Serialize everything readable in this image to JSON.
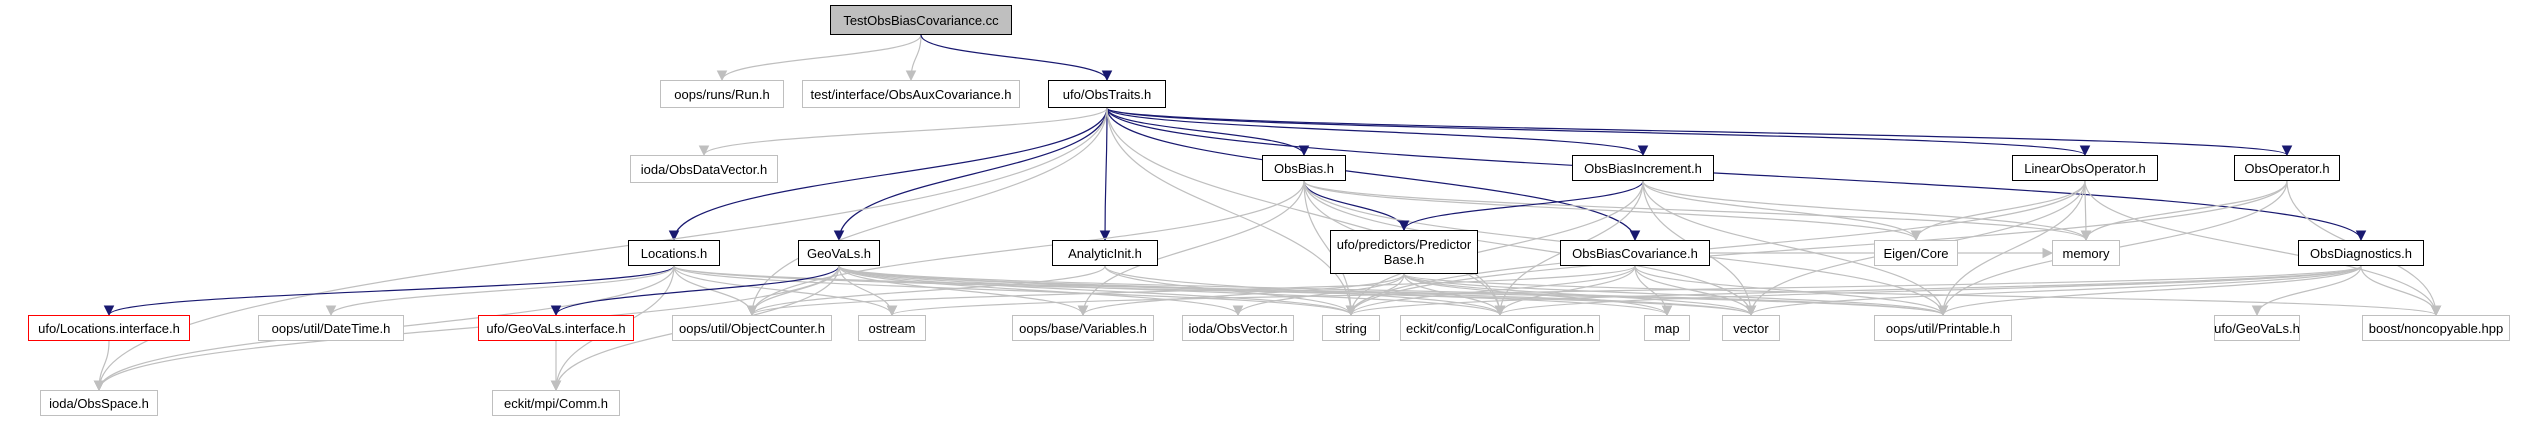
{
  "graph": {
    "edge_colors": {
      "documented": "#191970",
      "external": "#bfbfbf"
    },
    "node_colors": {
      "main_fill": "#bfbfbf",
      "documented_border": "#000000",
      "external_border": "#bfbfbf",
      "interface_border": "#ff0000"
    },
    "nodes": [
      {
        "id": "test",
        "label": "TestObsBiasCovariance.cc",
        "kind": "main"
      },
      {
        "id": "run",
        "label": "oops/runs/Run.h",
        "kind": "ext"
      },
      {
        "id": "auxcov",
        "label": "test/interface/ObsAuxCovariance.h",
        "kind": "ext"
      },
      {
        "id": "traits",
        "label": "ufo/ObsTraits.h",
        "kind": "doc"
      },
      {
        "id": "iodadv",
        "label": "ioda/ObsDataVector.h",
        "kind": "ext"
      },
      {
        "id": "obsbias",
        "label": "ObsBias.h",
        "kind": "doc"
      },
      {
        "id": "biasinc",
        "label": "ObsBiasIncrement.h",
        "kind": "doc"
      },
      {
        "id": "linop",
        "label": "LinearObsOperator.h",
        "kind": "doc"
      },
      {
        "id": "obsop",
        "label": "ObsOperator.h",
        "kind": "doc"
      },
      {
        "id": "locations",
        "label": "Locations.h",
        "kind": "doc"
      },
      {
        "id": "geovals",
        "label": "GeoVaLs.h",
        "kind": "doc"
      },
      {
        "id": "analytic",
        "label": "AnalyticInit.h",
        "kind": "doc"
      },
      {
        "id": "predictor",
        "label": "ufo/predictors/Predictor Base.h",
        "kind": "doc"
      },
      {
        "id": "biascov",
        "label": "ObsBiasCovariance.h",
        "kind": "doc"
      },
      {
        "id": "eigen",
        "label": "Eigen/Core",
        "kind": "ext"
      },
      {
        "id": "memory",
        "label": "memory",
        "kind": "ext"
      },
      {
        "id": "diag",
        "label": "ObsDiagnostics.h",
        "kind": "doc"
      },
      {
        "id": "locint",
        "label": "ufo/Locations.interface.h",
        "kind": "red"
      },
      {
        "id": "datetime",
        "label": "oops/util/DateTime.h",
        "kind": "ext"
      },
      {
        "id": "geoint",
        "label": "ufo/GeoVaLs.interface.h",
        "kind": "red"
      },
      {
        "id": "objcounter",
        "label": "oops/util/ObjectCounter.h",
        "kind": "ext"
      },
      {
        "id": "ostream",
        "label": "ostream",
        "kind": "ext"
      },
      {
        "id": "variables",
        "label": "oops/base/Variables.h",
        "kind": "ext"
      },
      {
        "id": "obsvector",
        "label": "ioda/ObsVector.h",
        "kind": "ext"
      },
      {
        "id": "string",
        "label": "string",
        "kind": "ext"
      },
      {
        "id": "localconf",
        "label": "eckit/config/LocalConfiguration.h",
        "kind": "ext"
      },
      {
        "id": "map",
        "label": "map",
        "kind": "ext"
      },
      {
        "id": "vector",
        "label": "vector",
        "kind": "ext"
      },
      {
        "id": "printable",
        "label": "oops/util/Printable.h",
        "kind": "ext"
      },
      {
        "id": "ufogeovals",
        "label": "ufo/GeoVaLs.h",
        "kind": "ext"
      },
      {
        "id": "noncopy",
        "label": "boost/noncopyable.hpp",
        "kind": "ext"
      },
      {
        "id": "obsspace",
        "label": "ioda/ObsSpace.h",
        "kind": "ext"
      },
      {
        "id": "comm",
        "label": "eckit/mpi/Comm.h",
        "kind": "ext"
      }
    ],
    "edges": [
      [
        "test",
        "run"
      ],
      [
        "test",
        "auxcov"
      ],
      [
        "test",
        "traits"
      ],
      [
        "traits",
        "iodadv"
      ],
      [
        "traits",
        "obsbias"
      ],
      [
        "traits",
        "biasinc"
      ],
      [
        "traits",
        "linop"
      ],
      [
        "traits",
        "obsop"
      ],
      [
        "traits",
        "locations"
      ],
      [
        "traits",
        "geovals"
      ],
      [
        "traits",
        "analytic"
      ],
      [
        "traits",
        "biascov"
      ],
      [
        "traits",
        "diag"
      ],
      [
        "traits",
        "obsspace"
      ],
      [
        "traits",
        "string"
      ],
      [
        "traits",
        "objcounter"
      ],
      [
        "traits",
        "localconf"
      ],
      [
        "obsbias",
        "predictor"
      ],
      [
        "obsbias",
        "eigen"
      ],
      [
        "obsbias",
        "memory"
      ],
      [
        "obsbias",
        "vector"
      ],
      [
        "obsbias",
        "printable"
      ],
      [
        "obsbias",
        "string"
      ],
      [
        "obsbias",
        "objcounter"
      ],
      [
        "obsbias",
        "variables"
      ],
      [
        "obsbias",
        "localconf"
      ],
      [
        "biasinc",
        "predictor"
      ],
      [
        "biasinc",
        "eigen"
      ],
      [
        "biasinc",
        "memory"
      ],
      [
        "biasinc",
        "vector"
      ],
      [
        "biasinc",
        "printable"
      ],
      [
        "biasinc",
        "string"
      ],
      [
        "biasinc",
        "localconf"
      ],
      [
        "linop",
        "eigen"
      ],
      [
        "linop",
        "memory"
      ],
      [
        "linop",
        "noncopy"
      ],
      [
        "linop",
        "printable"
      ],
      [
        "linop",
        "vector"
      ],
      [
        "linop",
        "string"
      ],
      [
        "obsop",
        "memory"
      ],
      [
        "obsop",
        "noncopy"
      ],
      [
        "obsop",
        "printable"
      ],
      [
        "obsop",
        "string"
      ],
      [
        "locations",
        "locint"
      ],
      [
        "locations",
        "datetime"
      ],
      [
        "locations",
        "objcounter"
      ],
      [
        "locations",
        "ostream"
      ],
      [
        "locations",
        "obsspace"
      ],
      [
        "locations",
        "comm"
      ],
      [
        "locations",
        "string"
      ],
      [
        "locations",
        "vector"
      ],
      [
        "locations",
        "printable"
      ],
      [
        "geovals",
        "geoint"
      ],
      [
        "geovals",
        "objcounter"
      ],
      [
        "geovals",
        "ostream"
      ],
      [
        "geovals",
        "variables"
      ],
      [
        "geovals",
        "obsvector"
      ],
      [
        "geovals",
        "string"
      ],
      [
        "geovals",
        "localconf"
      ],
      [
        "geovals",
        "vector"
      ],
      [
        "geovals",
        "printable"
      ],
      [
        "geovals",
        "comm"
      ],
      [
        "geovals",
        "obsspace"
      ],
      [
        "geovals",
        "map"
      ],
      [
        "analytic",
        "objcounter"
      ],
      [
        "analytic",
        "string"
      ],
      [
        "analytic",
        "localconf"
      ],
      [
        "predictor",
        "variables"
      ],
      [
        "predictor",
        "obsvector"
      ],
      [
        "predictor",
        "string"
      ],
      [
        "predictor",
        "localconf"
      ],
      [
        "predictor",
        "vector"
      ],
      [
        "predictor",
        "printable"
      ],
      [
        "predictor",
        "map"
      ],
      [
        "predictor",
        "noncopy"
      ],
      [
        "biascov",
        "localconf"
      ],
      [
        "biascov",
        "map"
      ],
      [
        "biascov",
        "vector"
      ],
      [
        "biascov",
        "printable"
      ],
      [
        "biascov",
        "string"
      ],
      [
        "biascov",
        "objcounter"
      ],
      [
        "biascov",
        "memory"
      ],
      [
        "diag",
        "ufogeovals"
      ],
      [
        "diag",
        "noncopy"
      ],
      [
        "diag",
        "printable"
      ],
      [
        "diag",
        "vector"
      ],
      [
        "diag",
        "string"
      ],
      [
        "diag",
        "ostream"
      ],
      [
        "diag",
        "localconf"
      ],
      [
        "locint",
        "obsspace"
      ],
      [
        "geoint",
        "comm"
      ]
    ]
  }
}
